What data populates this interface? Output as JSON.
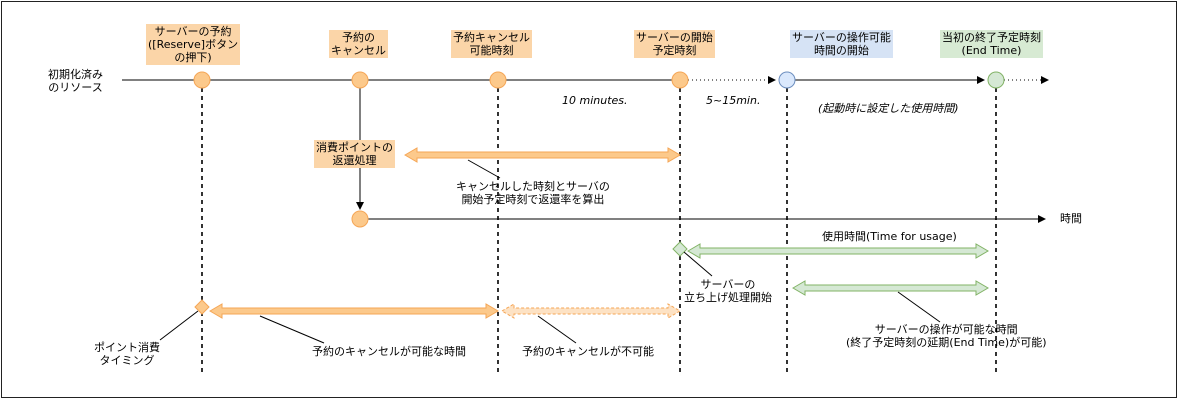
{
  "resource_initialized": "初期化済み\nのリソース",
  "milestones": {
    "reserve_press": "サーバーの予約\n([Reserve]ボタン\nの押下)",
    "reserve_cancel": "予約の\nキャンセル",
    "cancel_possible_until": "予約キャンセル\n可能時刻",
    "server_scheduled_start": "サーバーの開始\n予定時刻",
    "server_operable_start": "サーバーの操作可能\n時間の開始",
    "original_end_time": "当初の終了予定時刻\n(End Time)"
  },
  "durations": {
    "ten_minutes": "10 minutes.",
    "five_to_fifteen": "5~15min.",
    "usage_at_launch": "(起動時に設定した使用時間)"
  },
  "refund": {
    "label": "消費ポイントの\n返還処理",
    "calc_note": "キャンセルした時刻とサーバの\n開始予定時刻で返還率を算出"
  },
  "time_axis_label": "時間",
  "usage_time_label": "使用時間(Time for usage)",
  "startup_label": "サーバーの\n立ち上げ処理開始",
  "point_consumption": "ポイント消費\nタイミング",
  "cancel_possible": "予約のキャンセルが可能な時間",
  "cancel_impossible": "予約のキャンセルが不可能",
  "operable_period": "サーバーの操作が可能な時間\n(終了予定時刻の延期(End Time)が可能)",
  "colors": {
    "orange_fill": "#fcc98b",
    "orange_stroke": "#f5a656",
    "blue_fill": "#dae8fc",
    "blue_stroke": "#6c8ebf",
    "green_fill": "#d5e8d4",
    "green_stroke": "#82b366"
  }
}
